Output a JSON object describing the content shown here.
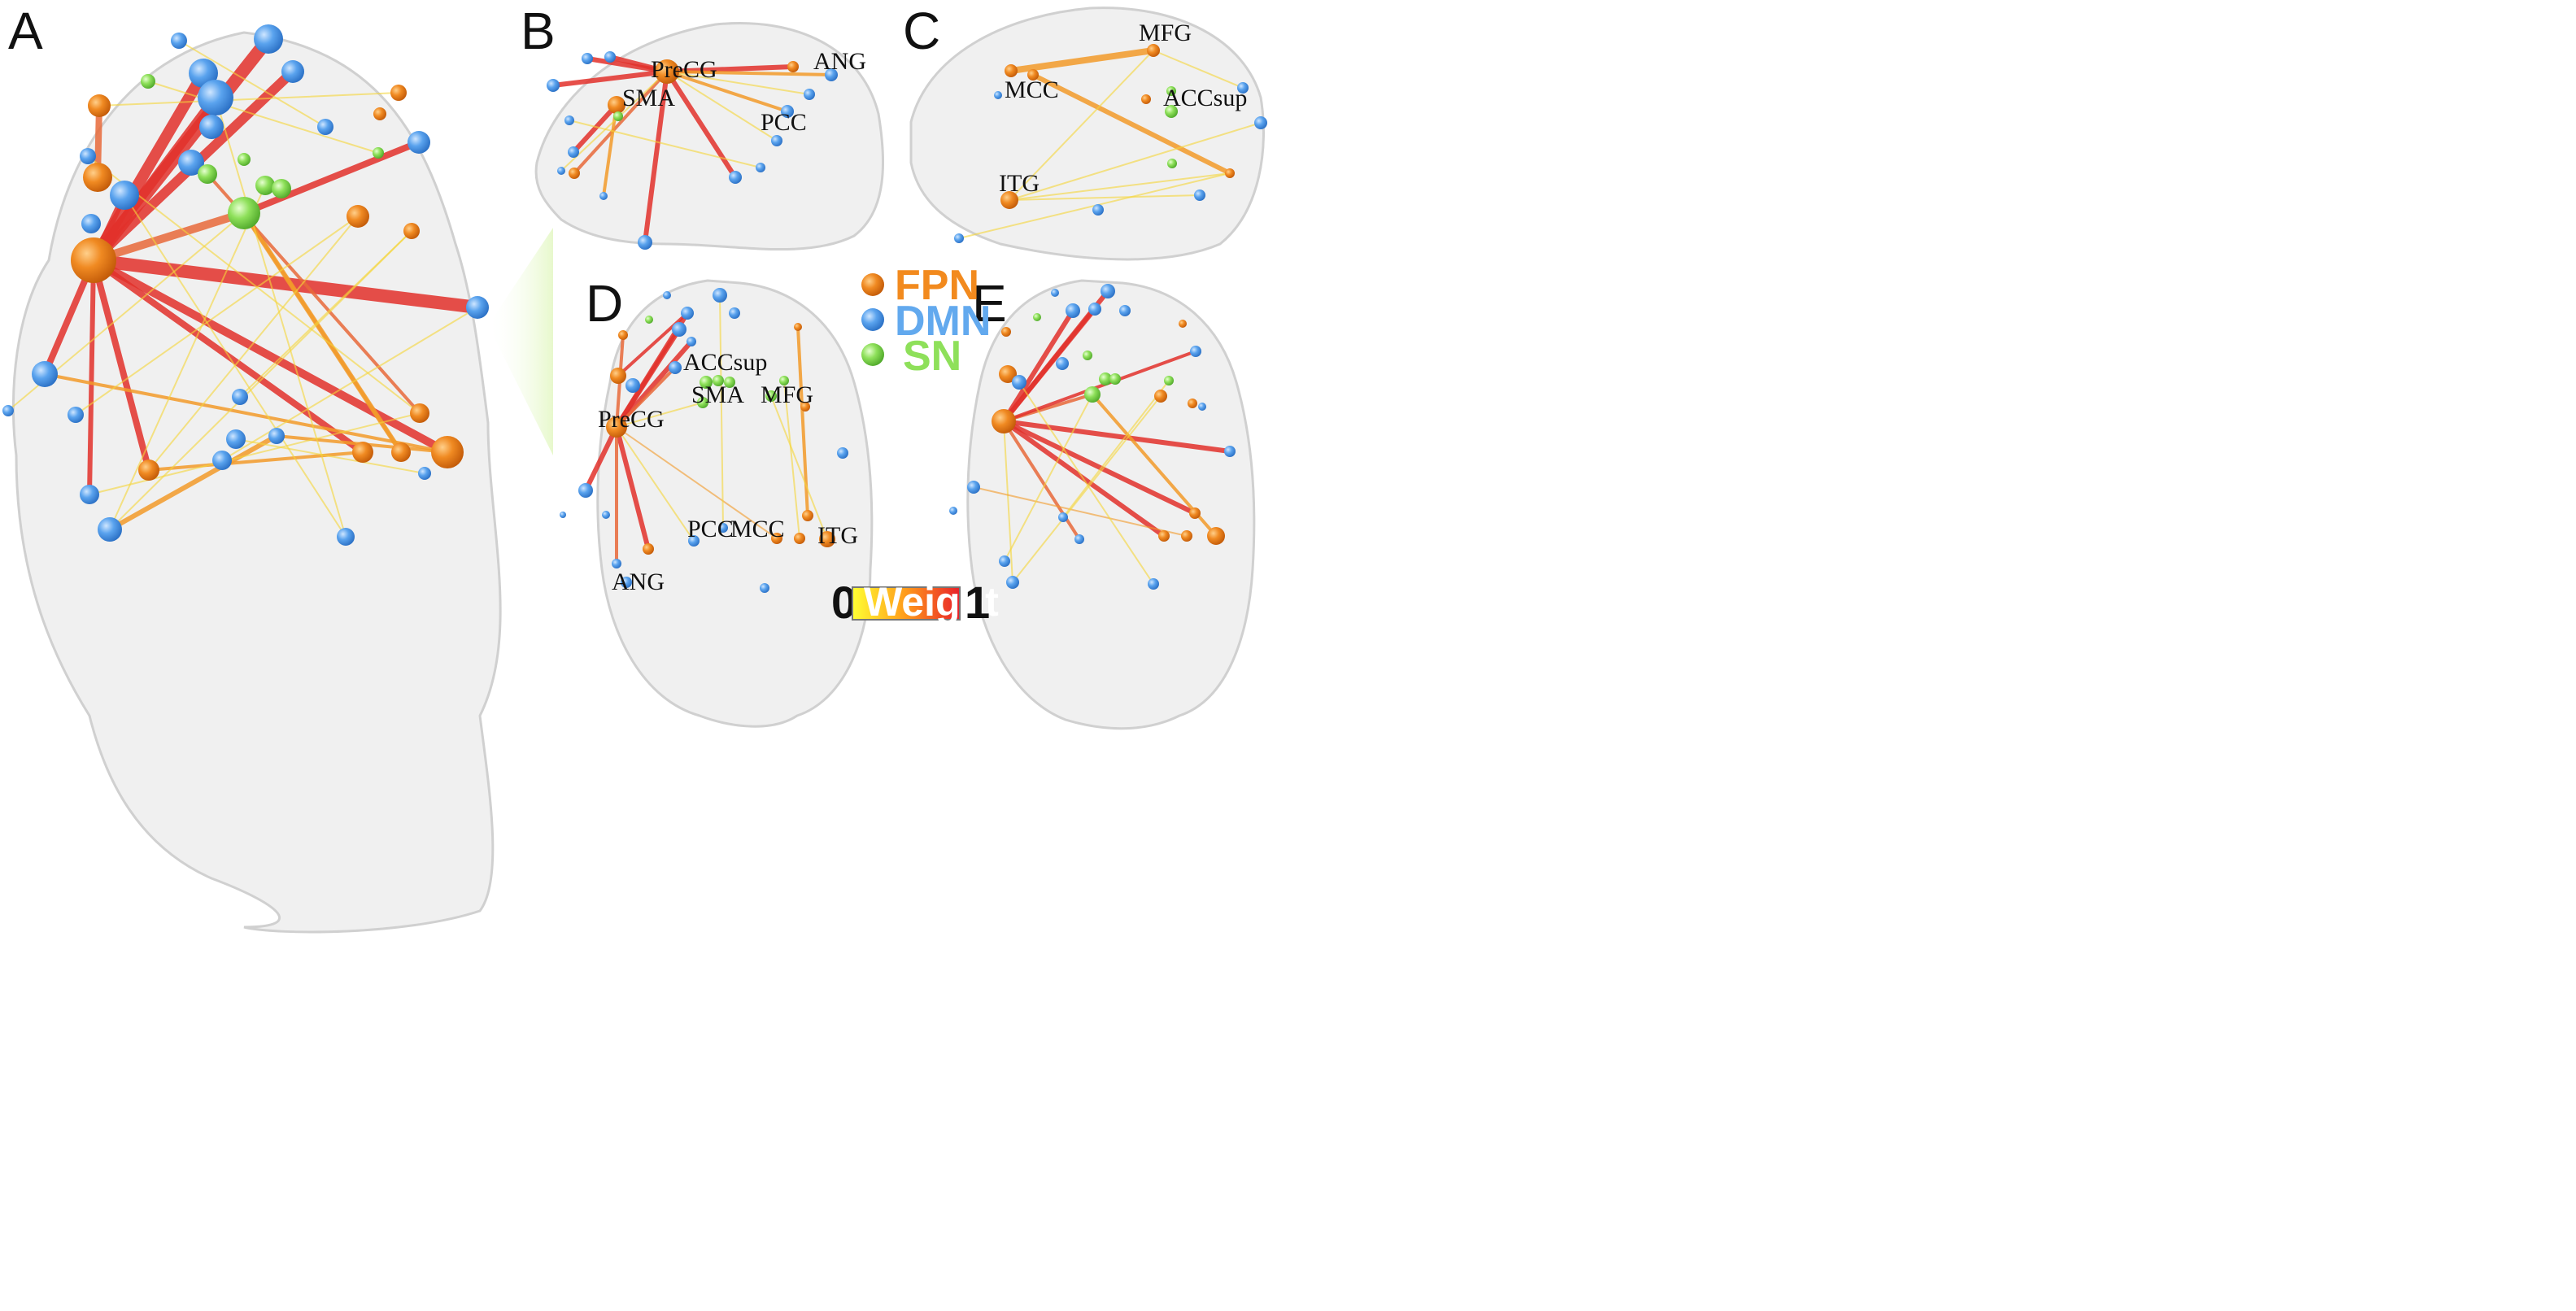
{
  "panels": [
    {
      "id": "A",
      "letter": "A"
    },
    {
      "id": "B",
      "letter": "B"
    },
    {
      "id": "C",
      "letter": "C"
    },
    {
      "id": "D",
      "letter": "D"
    },
    {
      "id": "E",
      "letter": "E"
    }
  ],
  "labels": {
    "B": [
      "PreCG",
      "SMA",
      "ANG",
      "PCC"
    ],
    "C": [
      "MFG",
      "MCC",
      "ACCsup",
      "ITG"
    ],
    "D": [
      "ACCsup",
      "SMA",
      "MFG",
      "PreCG",
      "PCC",
      "MCC",
      "ITG",
      "ANG"
    ]
  },
  "legend": {
    "items": [
      {
        "label": "FPN",
        "color": "#f28a1e",
        "node_color": "#e8761a"
      },
      {
        "label": "DMN",
        "color": "#62a9ee",
        "node_color": "#4d94e0"
      },
      {
        "label": "SN",
        "color": "#8ee05a",
        "node_color": "#7dd64a"
      }
    ]
  },
  "colorbar": {
    "min": "0",
    "max": "1",
    "title": "Weight",
    "colors": [
      "#ffff33",
      "#ff9a1a",
      "#e8202a"
    ]
  },
  "colors": {
    "brain_fill": "#eeeeee",
    "brain_stroke": "#c8c8c8"
  }
}
